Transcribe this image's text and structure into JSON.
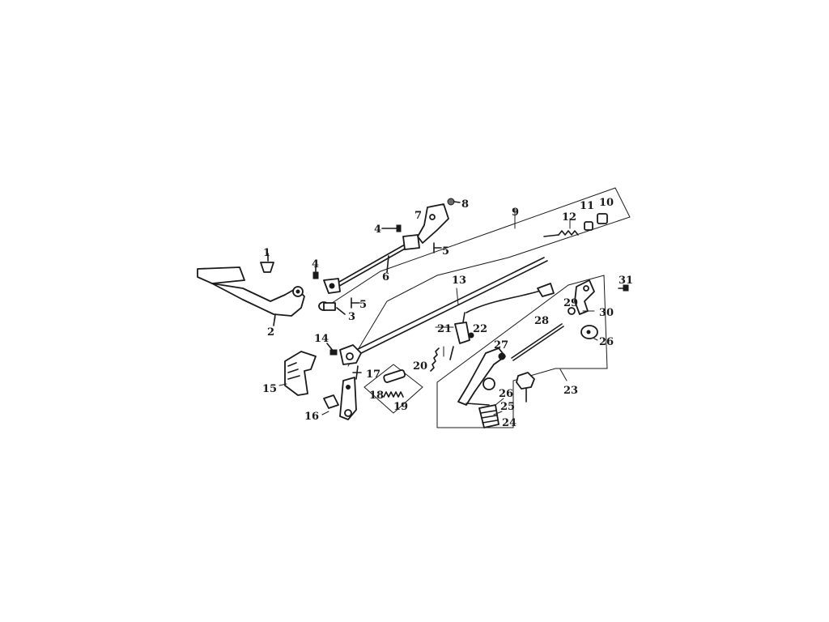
{
  "labels": {
    "l1": "1",
    "l2": "2",
    "l3": "3",
    "l4a": "4",
    "l4b": "4",
    "l5a": "5",
    "l5b": "5",
    "l6": "6",
    "l7": "7",
    "l8": "8",
    "l9": "9",
    "l10": "10",
    "l11": "11",
    "l12": "12",
    "l13": "13",
    "l14": "14",
    "l15": "15",
    "l16": "16",
    "l17": "17",
    "l18": "18",
    "l19": "19",
    "l20": "20",
    "l21": "21",
    "l22": "22",
    "l23": "23",
    "l24": "24",
    "l25": "25",
    "l26a": "26",
    "l26b": "26",
    "l27": "27",
    "l28": "28",
    "l29": "29",
    "l30": "30",
    "l31": "31"
  }
}
